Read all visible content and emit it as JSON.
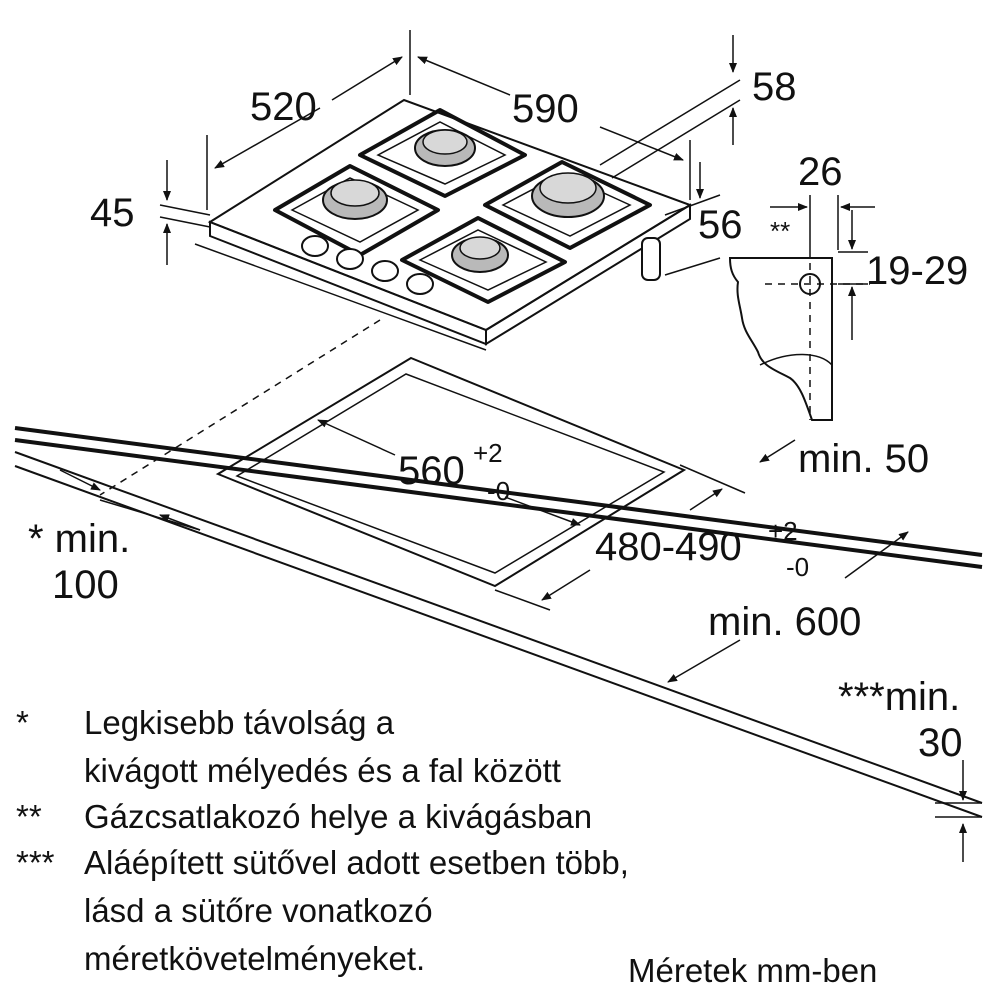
{
  "dimensions": {
    "d520": "520",
    "d590": "590",
    "d58": "58",
    "d45": "45",
    "d56": "56",
    "d26": "26",
    "star2": "**",
    "d19_29": "19-29",
    "cut_depth": "560",
    "cut_depth_tol_plus": "+2",
    "cut_depth_tol_minus": "-0",
    "cut_width": "480-490",
    "cut_width_tol_plus": "+2",
    "cut_width_tol_minus": "-0",
    "min50": "min. 50",
    "min600": "min. 600",
    "min100_a": "* min.",
    "min100_b": "100",
    "min30_a": "***min.",
    "min30_b": "30"
  },
  "notes": [
    {
      "mark": "*",
      "lines": [
        "Legkisebb távolság a",
        "kivágott mélyedés és a fal között"
      ]
    },
    {
      "mark": "**",
      "lines": [
        "Gázcsatlakozó helye a kivágásban"
      ]
    },
    {
      "mark": "***",
      "lines": [
        "Aláépített sütővel adott esetben több,",
        "lásd a sütőre vonatkozó",
        "méretkövetelményeket."
      ]
    }
  ],
  "units_note": "Méretek mm-ben"
}
